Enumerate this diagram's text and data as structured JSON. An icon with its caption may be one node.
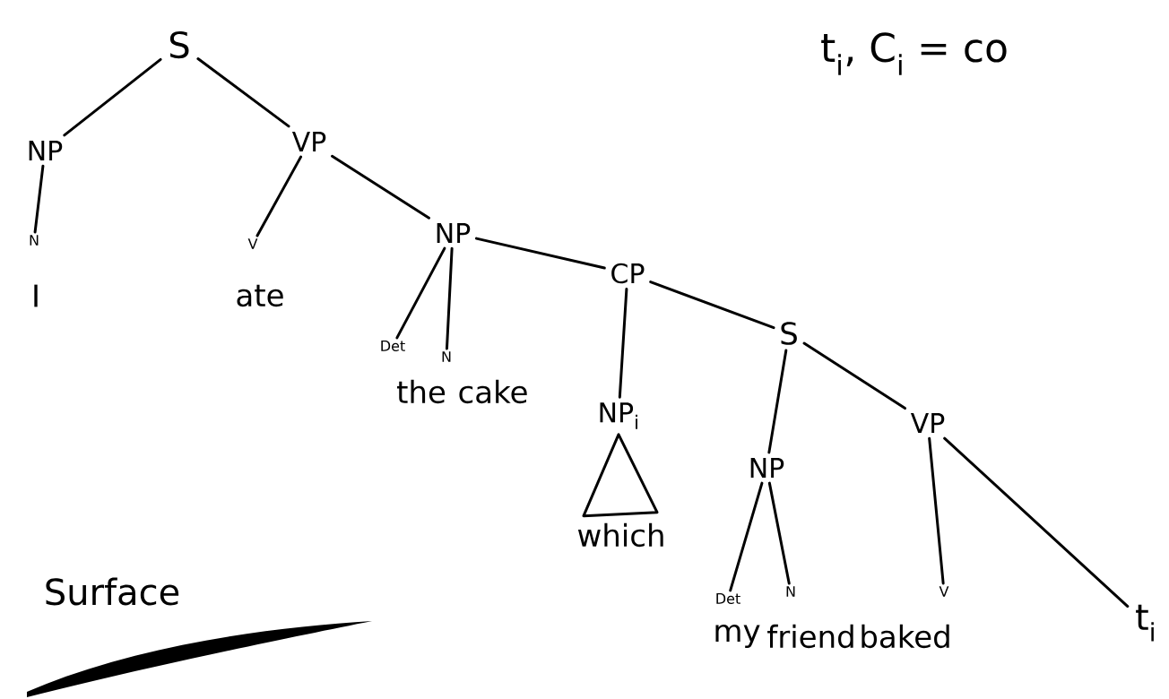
{
  "diagram": {
    "nodes": [
      {
        "text": [
          "S"
        ]
      },
      {
        "text": [
          "NP"
        ]
      },
      {
        "text": [
          "VP"
        ]
      },
      {
        "text": [
          "N"
        ]
      },
      {
        "text": [
          "I"
        ]
      },
      {
        "text": [
          "V"
        ]
      },
      {
        "text": [
          "ate"
        ]
      },
      {
        "text": [
          "NP"
        ]
      },
      {
        "text": [
          "CP"
        ]
      },
      {
        "text": [
          "Det"
        ]
      },
      {
        "text": [
          "N"
        ]
      },
      {
        "text": [
          "the"
        ]
      },
      {
        "text": [
          "cake"
        ]
      },
      {
        "text": [
          "NP$_{i}$"
        ]
      },
      {
        "text": [
          "which"
        ]
      },
      {
        "text": [
          "S"
        ]
      },
      {
        "text": [
          "NP"
        ]
      },
      {
        "text": [
          "VP"
        ]
      },
      {
        "text": [
          "Det"
        ]
      },
      {
        "text": [
          "N"
        ]
      },
      {
        "text": [
          "V"
        ]
      },
      {
        "text": [
          "my"
        ]
      },
      {
        "text": [
          "friend"
        ]
      },
      {
        "text": [
          "baked"
        ]
      },
      {
        "text": [
          "t$_{i}$"
        ]
      }
    ],
    "edges": [
      {
        "from": 0,
        "to": 1,
        "arrow": "none"
      },
      {
        "from": 0,
        "to": 2,
        "arrow": "none"
      },
      {
        "from": 1,
        "to": 3,
        "arrow": "none"
      },
      {
        "from": 2,
        "to": 5,
        "arrow": "none"
      },
      {
        "from": 2,
        "to": 7,
        "arrow": "none"
      },
      {
        "from": 7,
        "to": 9,
        "arrow": "none"
      },
      {
        "from": 7,
        "to": 10,
        "arrow": "none"
      },
      {
        "from": 7,
        "to": 8,
        "arrow": "none"
      },
      {
        "from": 8,
        "to": 13,
        "arrow": "none"
      },
      {
        "from": 8,
        "to": 15,
        "arrow": "none"
      },
      {
        "from": 13,
        "to": 14,
        "arrow": "none"
      },
      {
        "from": 15,
        "to": 16,
        "arrow": "none"
      },
      {
        "from": 15,
        "to": 17,
        "arrow": "none"
      },
      {
        "from": 16,
        "to": 18,
        "arrow": "none"
      },
      {
        "from": 16,
        "to": 19,
        "arrow": "none"
      },
      {
        "from": 17,
        "to": 20,
        "arrow": "none"
      },
      {
        "from": 17,
        "to": 24,
        "arrow": "none"
      }
    ],
    "labels": [
      "t$_{i}$, C$_{i}$ = co",
      "Surface"
    ]
  }
}
